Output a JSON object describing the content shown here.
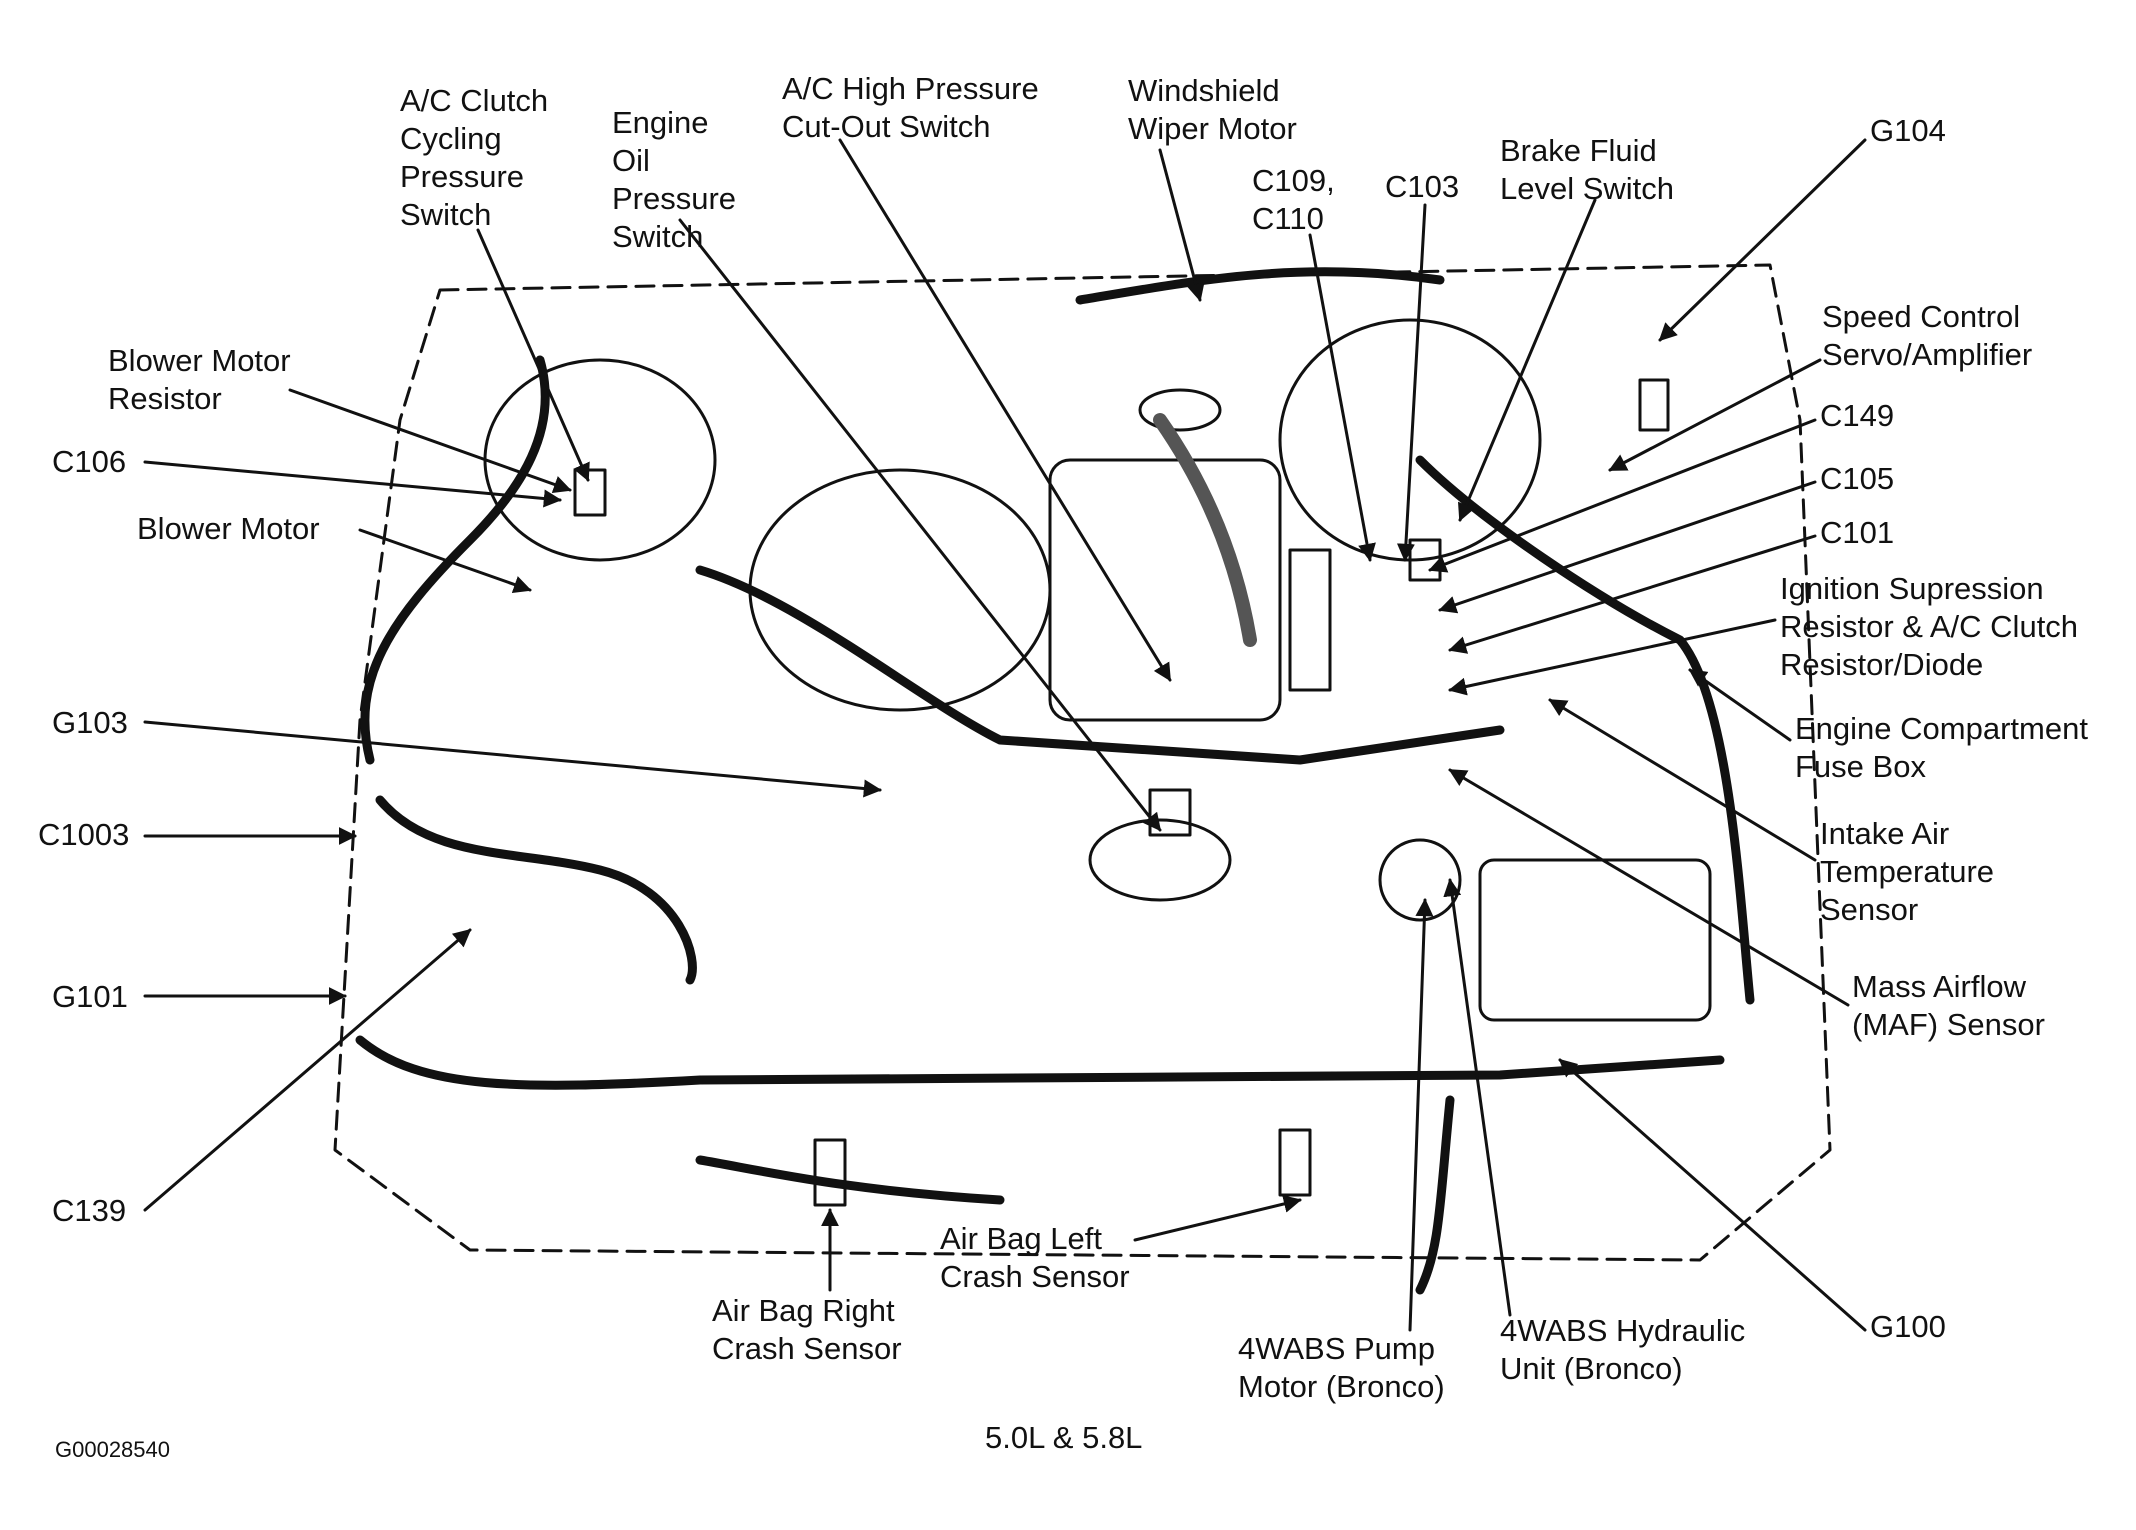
{
  "caption": "5.0L & 5.8L",
  "figure_id": "G00028540",
  "callouts": [
    {
      "id": "ac-clutch-cycling",
      "lines": [
        "A/C Clutch",
        "Cycling",
        "Pressure",
        "Switch"
      ]
    },
    {
      "id": "engine-oil-pressure",
      "lines": [
        "Engine",
        "Oil",
        "Pressure",
        "Switch"
      ]
    },
    {
      "id": "ac-high-pressure",
      "lines": [
        "A/C High Pressure",
        "Cut-Out Switch"
      ]
    },
    {
      "id": "windshield-wiper",
      "lines": [
        "Windshield",
        "Wiper Motor"
      ]
    },
    {
      "id": "c109-c110",
      "lines": [
        "C109,",
        "C110"
      ]
    },
    {
      "id": "c103",
      "lines": [
        "C103"
      ]
    },
    {
      "id": "brake-fluid",
      "lines": [
        "Brake Fluid",
        "Level Switch"
      ]
    },
    {
      "id": "g104",
      "lines": [
        "G104"
      ]
    },
    {
      "id": "speed-control",
      "lines": [
        "Speed Control",
        "Servo/Amplifier"
      ]
    },
    {
      "id": "c149",
      "lines": [
        "C149"
      ]
    },
    {
      "id": "c105",
      "lines": [
        "C105"
      ]
    },
    {
      "id": "c101",
      "lines": [
        "C101"
      ]
    },
    {
      "id": "ignition-supression",
      "lines": [
        "Ignition Supression",
        "Resistor & A/C Clutch",
        "Resistor/Diode"
      ]
    },
    {
      "id": "fuse-box",
      "lines": [
        "Engine Compartment",
        "Fuse Box"
      ]
    },
    {
      "id": "intake-air-temp",
      "lines": [
        "Intake Air",
        "Temperature",
        "Sensor"
      ]
    },
    {
      "id": "maf-sensor",
      "lines": [
        "Mass Airflow",
        "(MAF) Sensor"
      ]
    },
    {
      "id": "g100",
      "lines": [
        "G100"
      ]
    },
    {
      "id": "abs-hydraulic",
      "lines": [
        "4WABS Hydraulic",
        "Unit (Bronco)"
      ]
    },
    {
      "id": "abs-pump",
      "lines": [
        "4WABS Pump",
        "Motor (Bronco)"
      ]
    },
    {
      "id": "airbag-left",
      "lines": [
        "Air Bag Left",
        "Crash Sensor"
      ]
    },
    {
      "id": "airbag-right",
      "lines": [
        "Air Bag Right",
        "Crash Sensor"
      ]
    },
    {
      "id": "blower-resistor",
      "lines": [
        "Blower Motor",
        "Resistor"
      ]
    },
    {
      "id": "c106",
      "lines": [
        "C106"
      ]
    },
    {
      "id": "blower-motor",
      "lines": [
        "Blower Motor"
      ]
    },
    {
      "id": "g103",
      "lines": [
        "G103"
      ]
    },
    {
      "id": "c1003",
      "lines": [
        "C1003"
      ]
    },
    {
      "id": "g101",
      "lines": [
        "G101"
      ]
    },
    {
      "id": "c139",
      "lines": [
        "C139"
      ]
    }
  ]
}
